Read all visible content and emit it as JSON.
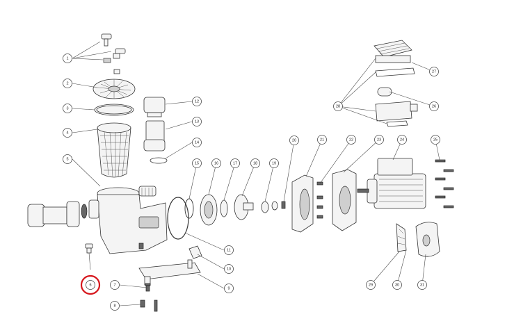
{
  "highlight_color": "#d6161c",
  "callouts": [
    {
      "id": "c1",
      "label": "1"
    },
    {
      "id": "c2",
      "label": "2"
    },
    {
      "id": "c3",
      "label": "3"
    },
    {
      "id": "c4",
      "label": "4"
    },
    {
      "id": "c5",
      "label": "5"
    },
    {
      "id": "c6",
      "label": "6",
      "highlighted": true
    },
    {
      "id": "c7",
      "label": "7"
    },
    {
      "id": "c8",
      "label": "8"
    },
    {
      "id": "c9",
      "label": "9"
    },
    {
      "id": "c10",
      "label": "10"
    },
    {
      "id": "c11",
      "label": "11"
    },
    {
      "id": "c12",
      "label": "12"
    },
    {
      "id": "c13",
      "label": "13"
    },
    {
      "id": "c14",
      "label": "14"
    },
    {
      "id": "c15",
      "label": "15"
    },
    {
      "id": "c16",
      "label": "16"
    },
    {
      "id": "c17",
      "label": "17"
    },
    {
      "id": "c18",
      "label": "18"
    },
    {
      "id": "c19",
      "label": "19"
    },
    {
      "id": "c20",
      "label": "20"
    },
    {
      "id": "c21",
      "label": "21"
    },
    {
      "id": "c22",
      "label": "22"
    },
    {
      "id": "c23",
      "label": "23"
    },
    {
      "id": "c24",
      "label": "24"
    },
    {
      "id": "c25",
      "label": "25"
    },
    {
      "id": "c26",
      "label": "26"
    },
    {
      "id": "c27",
      "label": "27"
    },
    {
      "id": "c28",
      "label": "28"
    },
    {
      "id": "c29",
      "label": "29"
    },
    {
      "id": "c30",
      "label": "30"
    },
    {
      "id": "c31",
      "label": "31"
    }
  ]
}
